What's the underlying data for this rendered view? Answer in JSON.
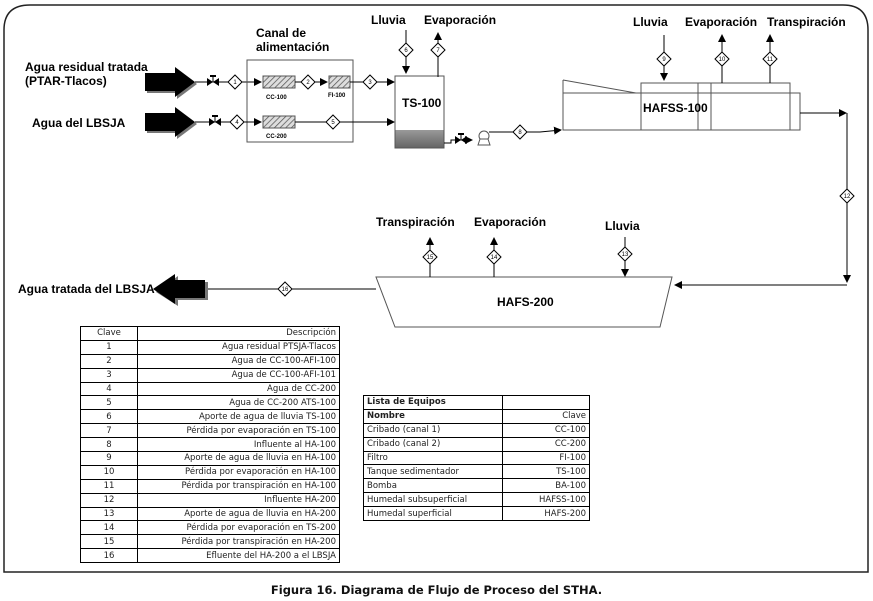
{
  "diagram": {
    "inputs": {
      "treated_wastewater_line1": "Agua residual tratada",
      "treated_wastewater_line2": "(PTAR-Tlacos)",
      "lbsja_water": "Agua del LBSJA"
    },
    "output": "Agua  tratada del LBSJA",
    "canal_title_line1": "Canal de",
    "canal_title_line2": "alimentación",
    "equipment": {
      "cc100": "CC-100",
      "fi100": "FI-100",
      "cc200": "CC-200",
      "ts100": "TS-100",
      "hafss100": "HAFSS-100",
      "hafs200": "HAFS-200"
    },
    "ts_labels": {
      "rain": "Lluvia",
      "evap": "Evaporación"
    },
    "hafss_labels": {
      "rain": "Lluvia",
      "evap": "Evaporación",
      "transp": "Transpiración"
    },
    "hafs_labels": {
      "transp": "Transpiración",
      "evap": "Evaporación",
      "rain": "Lluvia"
    },
    "streams": [
      "1",
      "2",
      "3",
      "4",
      "5",
      "6",
      "7",
      "8",
      "9",
      "10",
      "11",
      "12",
      "13",
      "14",
      "15",
      "16"
    ],
    "tank_sediment_color": "#7a7a7a"
  },
  "streams_table": {
    "headers": [
      "Clave",
      "Descripción"
    ],
    "rows": [
      [
        "1",
        "Agua residual PTSJA-Tlacos"
      ],
      [
        "2",
        "Agua de CC-100-AFI-100"
      ],
      [
        "3",
        "Agua de CC-100-AFI-101"
      ],
      [
        "4",
        "Agua de CC-200"
      ],
      [
        "5",
        "Agua de CC-200 ATS-100"
      ],
      [
        "6",
        "Aporte de agua de lluvia TS-100"
      ],
      [
        "7",
        "Pérdida por evaporación en TS-100"
      ],
      [
        "8",
        "Influente al HA-100"
      ],
      [
        "9",
        "Aporte de agua de lluvia en HA-100"
      ],
      [
        "10",
        "Pérdida por evaporación en HA-100"
      ],
      [
        "11",
        "Pérdida por transpiración en HA-100"
      ],
      [
        "12",
        "Influente HA-200"
      ],
      [
        "13",
        "Aporte de agua de lluvia en HA-200"
      ],
      [
        "14",
        "Pérdida por evaporación en TS-200"
      ],
      [
        "15",
        "Pérdida por transpiración en HA-200"
      ],
      [
        "16",
        "Efluente del HA-200 a el LBSJA"
      ]
    ]
  },
  "equipment_table": {
    "title": "Lista de Equipos",
    "headers": [
      "Nombre",
      "Clave"
    ],
    "rows": [
      [
        "Cribado (canal 1)",
        "CC-100"
      ],
      [
        "Cribado (canal 2)",
        "CC-200"
      ],
      [
        "Filtro",
        "FI-100"
      ],
      [
        "Tanque sedimentador",
        "TS-100"
      ],
      [
        "Bomba",
        "BA-100"
      ],
      [
        "Humedal subsuperficial",
        "HAFSS-100"
      ],
      [
        "Humedal superficial",
        "HAFS-200"
      ]
    ]
  },
  "caption": "Figura 16. Diagrama de Flujo de Proceso del STHA."
}
